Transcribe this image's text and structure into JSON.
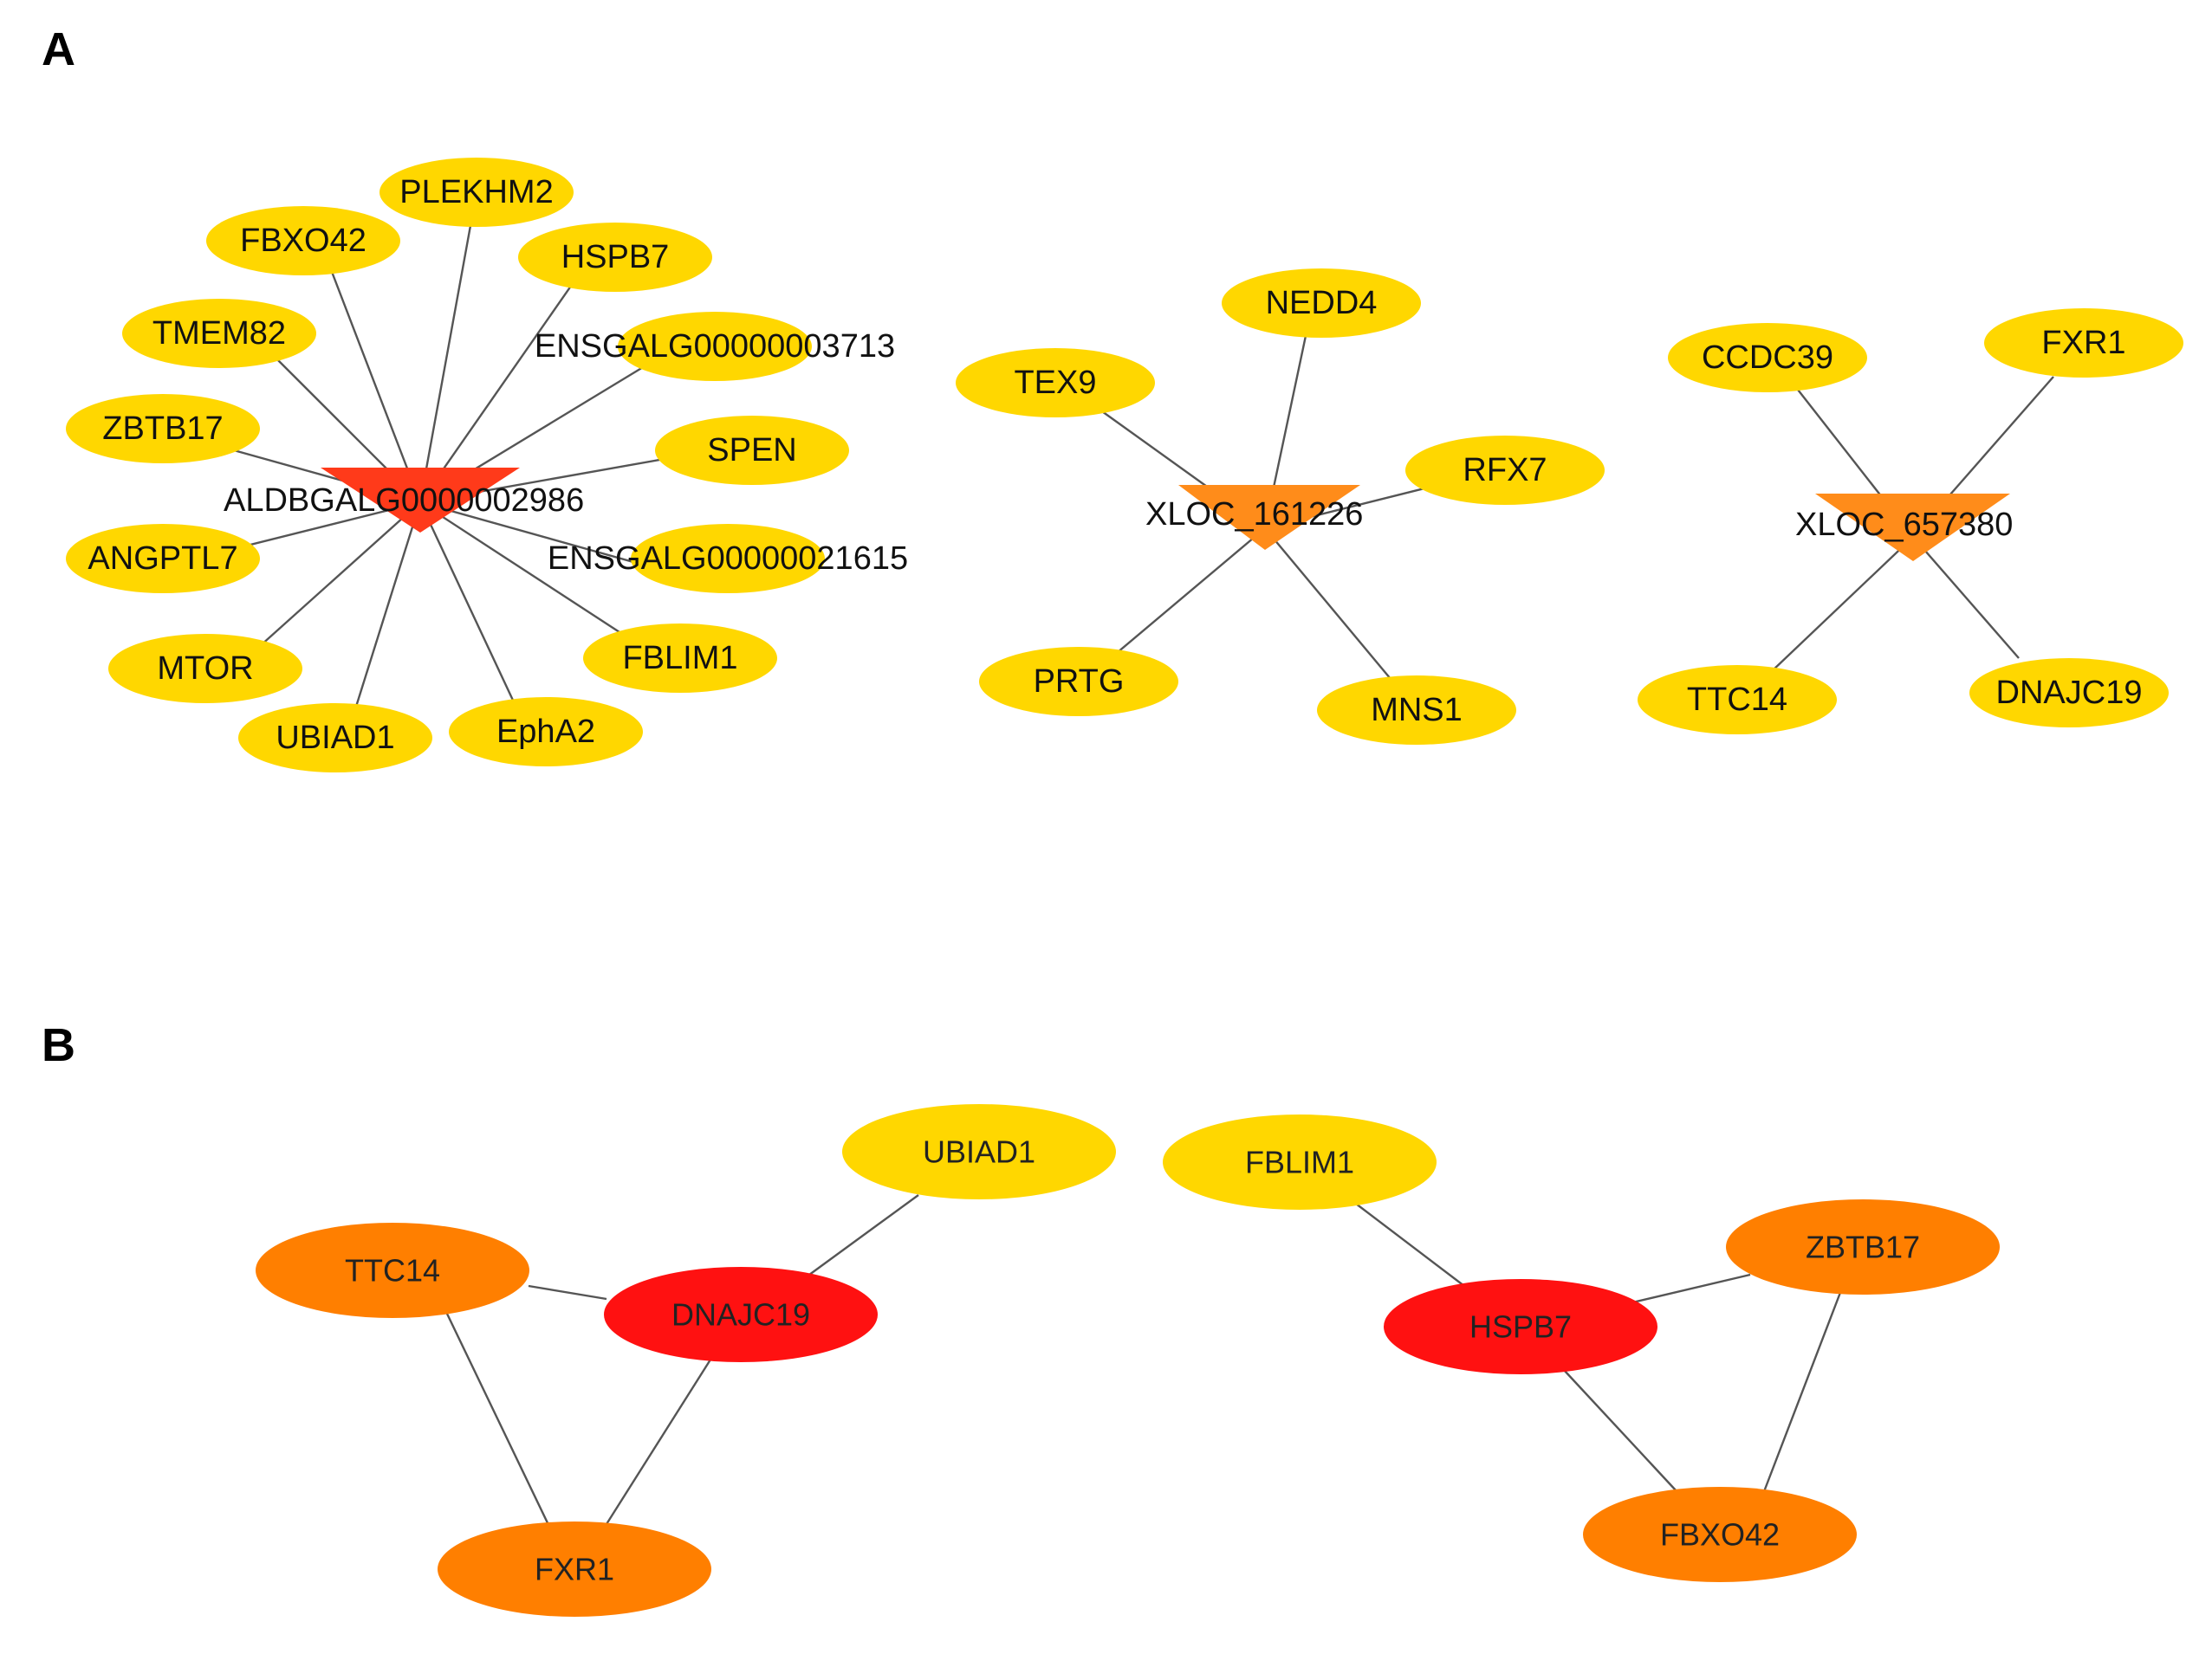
{
  "panels": {
    "a_label": "A",
    "b_label": "B"
  },
  "colors": {
    "yellow": "#FFD700",
    "orange": "#FF8C1A",
    "hub_red": "#FF3A1A",
    "b_orange": "#FF7F00",
    "b_red": "#FF1111",
    "edge": "#555555"
  },
  "panel_a": {
    "networks": [
      {
        "hub": "ALDBGALG0000002986",
        "hub_color": "red",
        "targets": [
          "PLEKHM2",
          "FBXO42",
          "HSPB7",
          "TMEM82",
          "ENSGALG00000003713",
          "ZBTB17",
          "SPEN",
          "ANGPTL7",
          "ENSGALG00000021615",
          "MTOR",
          "FBLIM1",
          "UBIAD1",
          "EphA2"
        ]
      },
      {
        "hub": "XLOC_161226",
        "hub_color": "orange",
        "targets": [
          "NEDD4",
          "TEX9",
          "RFX7",
          "PRTG",
          "MNS1"
        ]
      },
      {
        "hub": "XLOC_657380",
        "hub_color": "orange",
        "targets": [
          "CCDC39",
          "FXR1",
          "TTC14",
          "DNAJC19"
        ]
      }
    ]
  },
  "panel_b": {
    "networks": [
      {
        "nodes": [
          {
            "label": "UBIAD1",
            "level": "low"
          },
          {
            "label": "TTC14",
            "level": "mid"
          },
          {
            "label": "DNAJC19",
            "level": "high"
          },
          {
            "label": "FXR1",
            "level": "mid"
          }
        ],
        "edges": [
          [
            "UBIAD1",
            "DNAJC19"
          ],
          [
            "TTC14",
            "DNAJC19"
          ],
          [
            "TTC14",
            "FXR1"
          ],
          [
            "DNAJC19",
            "FXR1"
          ]
        ]
      },
      {
        "nodes": [
          {
            "label": "FBLIM1",
            "level": "low"
          },
          {
            "label": "ZBTB17",
            "level": "mid"
          },
          {
            "label": "HSPB7",
            "level": "high"
          },
          {
            "label": "FBXO42",
            "level": "mid"
          }
        ],
        "edges": [
          [
            "FBLIM1",
            "HSPB7"
          ],
          [
            "HSPB7",
            "ZBTB17"
          ],
          [
            "HSPB7",
            "FBXO42"
          ],
          [
            "ZBTB17",
            "FBXO42"
          ]
        ]
      }
    ]
  }
}
